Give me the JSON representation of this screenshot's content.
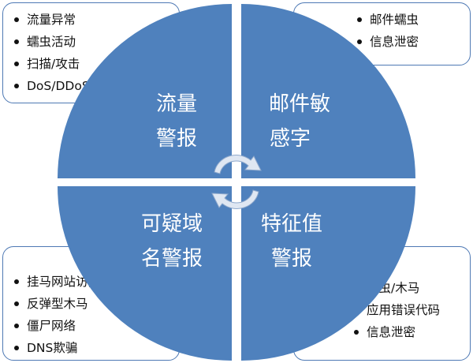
{
  "quadrants": {
    "top_left": {
      "label_lines": [
        "流量",
        "警报"
      ]
    },
    "top_right": {
      "label_lines": [
        "邮件敏",
        "感字"
      ]
    },
    "bottom_left": {
      "label_lines": [
        "可疑域",
        "名警报"
      ]
    },
    "bottom_right": {
      "label_lines": [
        "特征值",
        "警报"
      ]
    }
  },
  "boxes": {
    "top_left": {
      "items": [
        "流量异常",
        "蠕虫活动",
        "扫描/攻击",
        "DoS/DDoS"
      ]
    },
    "top_right": {
      "items": [
        "邮件蠕虫",
        "信息泄密"
      ]
    },
    "bottom_left": {
      "items": [
        "挂马网站访问",
        "反弹型木马",
        "僵尸网络",
        "DNS欺骗"
      ]
    },
    "bottom_right": {
      "items": [
        "蠕虫/木马",
        "应用错误代码",
        "信息泄密"
      ]
    }
  },
  "colors": {
    "quadrant_fill": "#4f81bd",
    "box_border": "#4e79b4",
    "arrow_fill": "#dfe7f2",
    "arrow_stroke": "#8fa9cc"
  },
  "icons": {
    "center": "cycle-arrows-icon"
  }
}
